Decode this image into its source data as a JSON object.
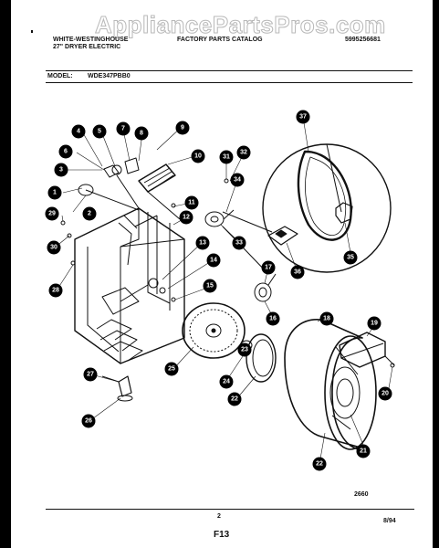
{
  "watermark": "AppliancePartsPros.com",
  "header": {
    "brand_line1": "WHITE-WESTINGHOUSE",
    "brand_line2": "27\" DRYER ELECTRIC",
    "catalog_title": "FACTORY PARTS CATALOG",
    "catalog_number": "5995256681",
    "model_label": "MODEL:",
    "model_number": "WDE347PBB0"
  },
  "diagram": {
    "drawing_number": "2660",
    "callouts": [
      "1",
      "2",
      "3",
      "4",
      "5",
      "6",
      "7",
      "8",
      "9",
      "10",
      "11",
      "12",
      "13",
      "14",
      "15",
      "16",
      "17",
      "18",
      "19",
      "20",
      "21",
      "22",
      "22",
      "23",
      "24",
      "25",
      "26",
      "27",
      "28",
      "29",
      "30",
      "31",
      "32",
      "33",
      "34",
      "35",
      "36",
      "37"
    ]
  },
  "footer": {
    "page_number": "2",
    "section": "F13",
    "date": "8/94"
  }
}
